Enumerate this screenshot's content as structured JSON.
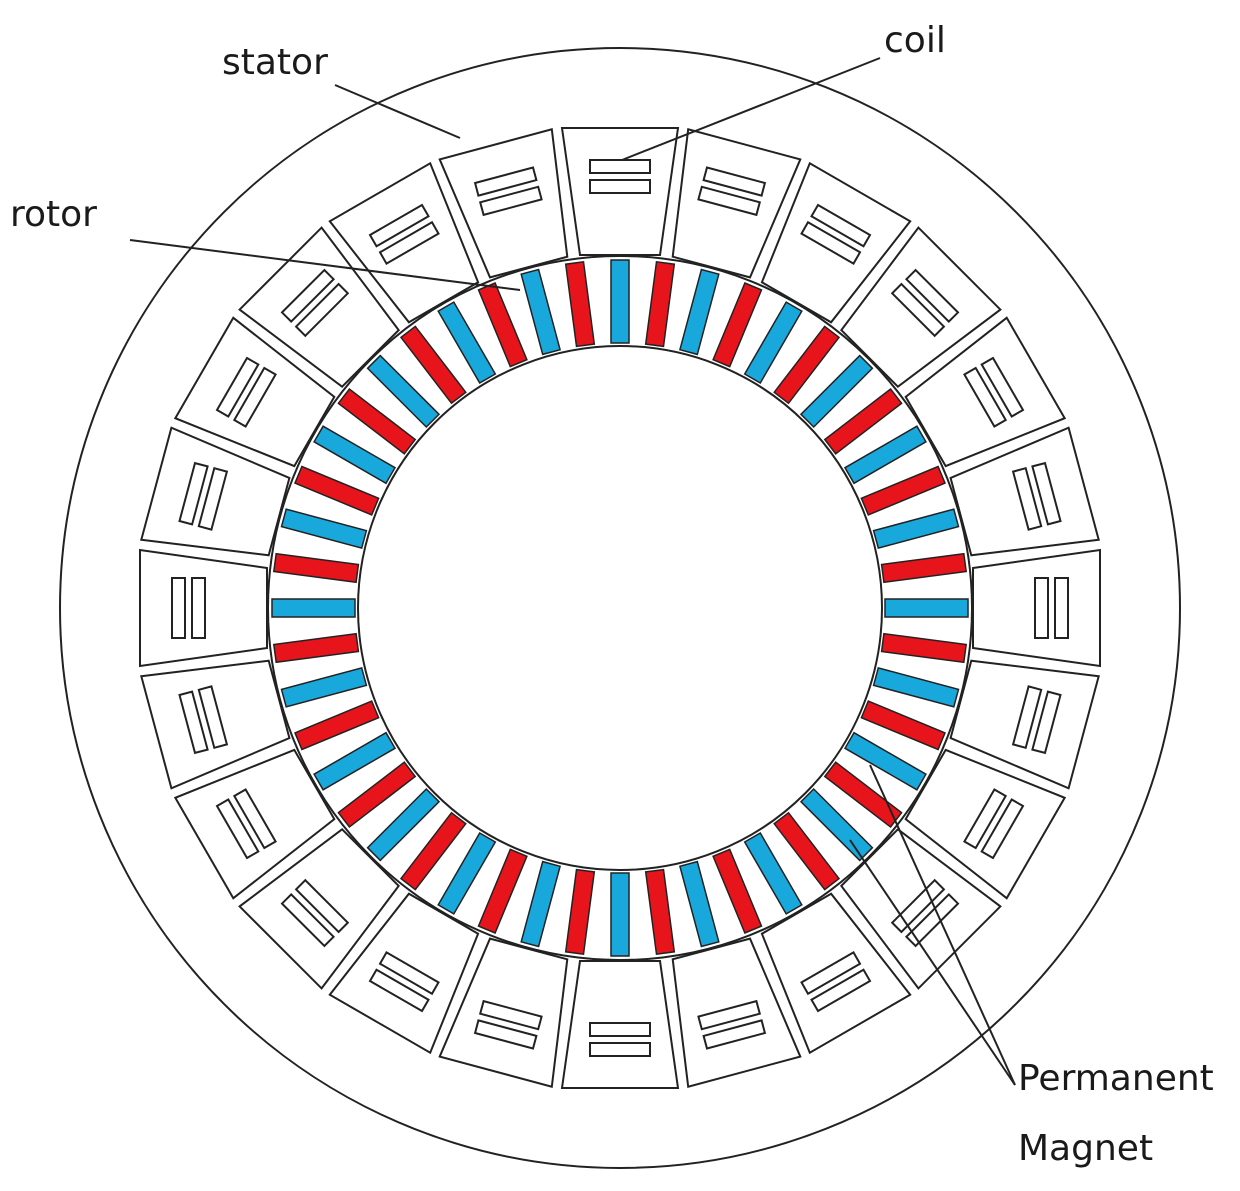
{
  "labels": {
    "stator": "stator",
    "coil": "coil",
    "rotor": "rotor",
    "permanent": "Permanent",
    "magnet": "Magnet"
  },
  "colors": {
    "line": "#222222",
    "magnet_north": "#e8141c",
    "magnet_south": "#18a8dc",
    "background": "#ffffff"
  },
  "structure": {
    "stator_slots": 24,
    "rotor_magnets": 48,
    "magnet_pattern": [
      "south",
      "north"
    ]
  }
}
